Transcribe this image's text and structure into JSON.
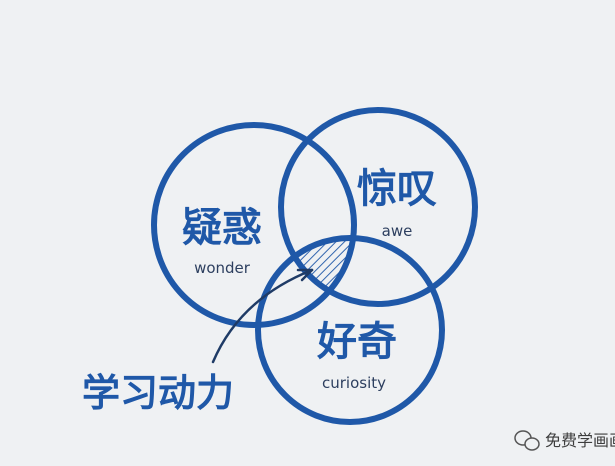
{
  "diagram": {
    "circles": [
      {
        "zh": "疑惑",
        "en": "wonder"
      },
      {
        "zh": "惊叹",
        "en": "awe"
      },
      {
        "zh": "好奇",
        "en": "curiosity"
      }
    ],
    "arrow_label": "学习动力",
    "line_color": "#1f58a8",
    "background_color": "#eff1f3"
  },
  "watermark": {
    "text": "免费学画画",
    "icon": "wechat-icon"
  }
}
